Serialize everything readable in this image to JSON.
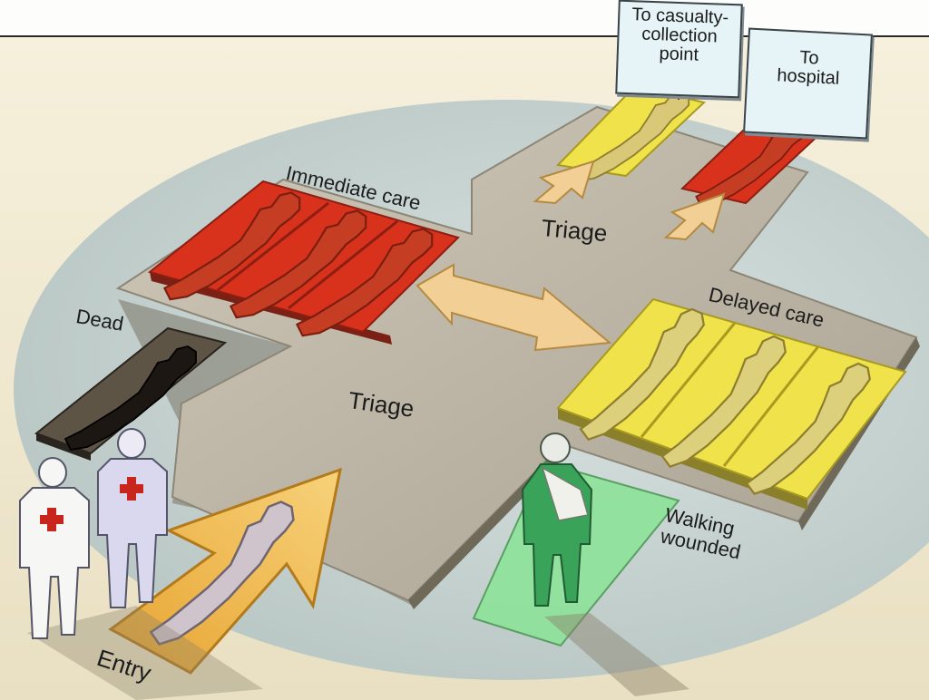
{
  "labels": {
    "to_casualty": [
      "To casualty-",
      "collection",
      "point"
    ],
    "to_hospital": [
      "To",
      "hospital"
    ],
    "immediate_care": "Immediate care",
    "triage_top": "Triage",
    "triage_center": "Triage",
    "delayed_care": "Delayed care",
    "dead": "Dead",
    "walking_wounded": [
      "Walking",
      "wounded"
    ],
    "entry": "Entry"
  },
  "colors": {
    "immediate": "#d8311c",
    "delayed": "#efe24a",
    "dead": "#1d1714",
    "walking": "#8ee39a",
    "arrow": "#f1cf95",
    "floor": "#bdb6a7",
    "ellipse": "#c8d5d3"
  }
}
